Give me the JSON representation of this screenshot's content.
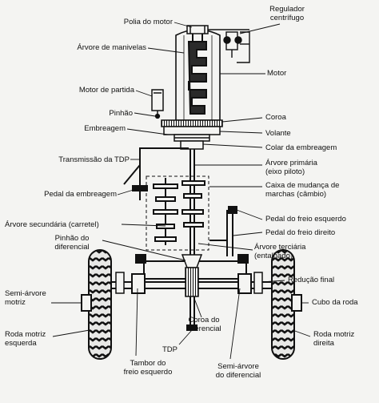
{
  "labels": {
    "polia_motor": "Polia do motor",
    "regulador": "Regulador\ncentrífugo",
    "arvore_manivelas": "Árvore de manivelas",
    "motor": "Motor",
    "motor_partida": "Motor de partida",
    "pinhao": "Pinhão",
    "coroa": "Coroa",
    "embreagem": "Embreagem",
    "volante": "Volante",
    "colar_embreagem": "Colar da embreagem",
    "transmissao_tdp": "Transmissão da TDP",
    "arvore_primaria": "Árvore primária\n(eixo piloto)",
    "caixa_mudanca": "Caixa de mudança de\nmarchas (câmbio)",
    "pedal_embreagem": "Pedal da embreagem",
    "pedal_freio_esquerdo": "Pedal do freio esquerdo",
    "arvore_secundaria": "Árvore secundária (carretel)",
    "pedal_freio_direito": "Pedal do freio direito",
    "pinhao_diferencial": "Pinhão do\ndiferencial",
    "arvore_terciaria": "Árvore terciária\n(entalhado)",
    "reducao_final": "Redução final",
    "semi_arvore_motriz": "Semi-árvore\nmotriz",
    "cubo_roda": "Cubo da roda",
    "coroa_diferencial": "Coroa do\ndiferencial",
    "roda_motriz_esquerda": "Roda motriz\nesquerda",
    "roda_motriz_direita": "Roda motriz\ndireita",
    "tdp": "TDP",
    "tambor_freio": "Tambor do\nfreio esquerdo",
    "semi_arvore_diferencial": "Semi-árvore\ndo diferencial"
  }
}
